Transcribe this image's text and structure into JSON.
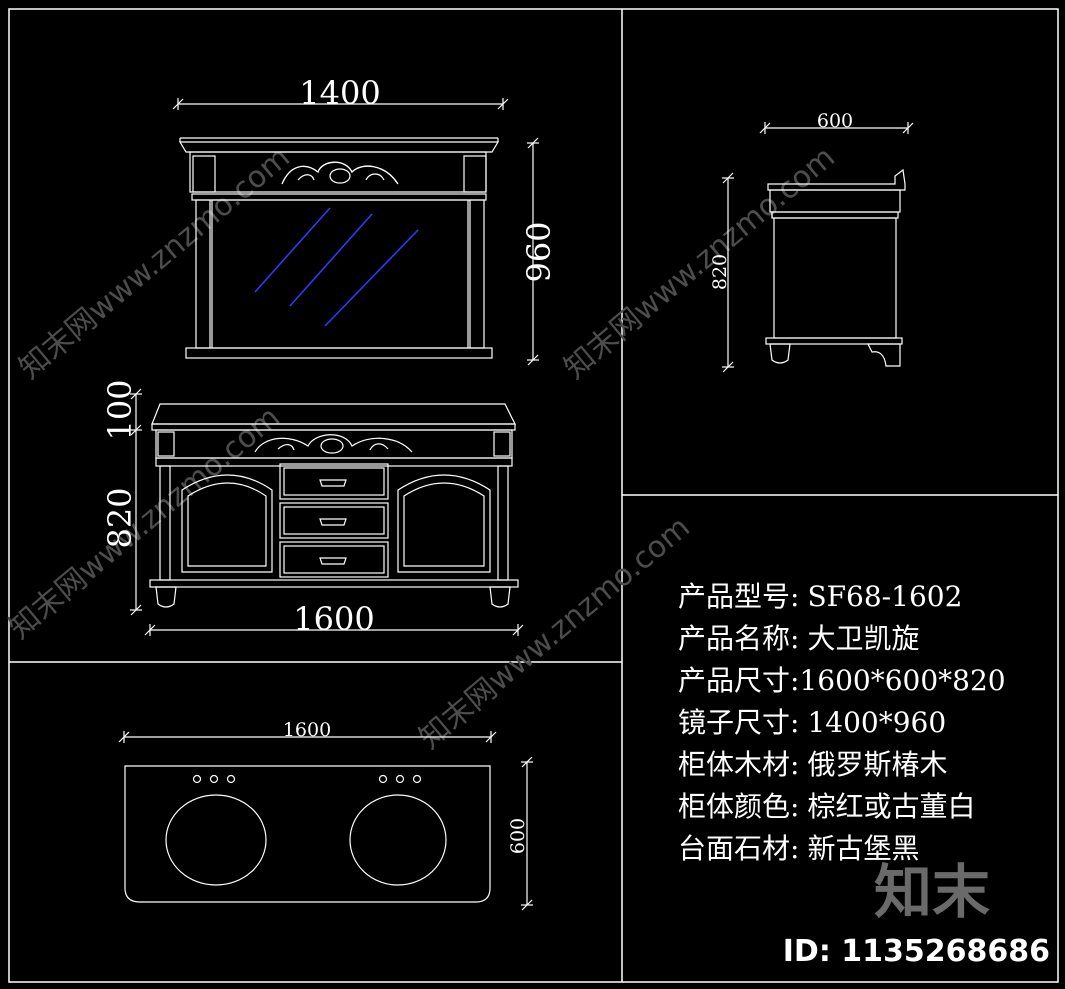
{
  "drawing": {
    "mirror_front": {
      "width_dim": "1400",
      "height_dim": "960"
    },
    "side_view": {
      "width_dim": "600",
      "height_dim": "820"
    },
    "cabinet_front": {
      "top_dim": "100",
      "height_dim": "820",
      "width_dim": "1600"
    },
    "top_view": {
      "width_dim": "1600",
      "depth_dim": "600"
    }
  },
  "specs": [
    {
      "label": "产品型号:",
      "value": "SF68-1602"
    },
    {
      "label": "产品名称:",
      "value": "大卫凯旋"
    },
    {
      "label": "产品尺寸:",
      "value": "1600*600*820"
    },
    {
      "label": "镜子尺寸:",
      "value": "1400*960"
    },
    {
      "label": "柜体木材:",
      "value": "俄罗斯椿木"
    },
    {
      "label": "柜体颜色:",
      "value": "棕红或古董白"
    },
    {
      "label": "台面石材:",
      "value": "新古堡黑"
    }
  ],
  "watermark": {
    "site": "知末网www.znzmo.com",
    "logo": "知末",
    "id": "ID: 1135268686"
  },
  "colors": {
    "background": "#000000",
    "line": "#ffffff",
    "glass_reflection": "#2a3cff",
    "frame_border": "#ffffff",
    "watermark": "#5a5a5a"
  }
}
